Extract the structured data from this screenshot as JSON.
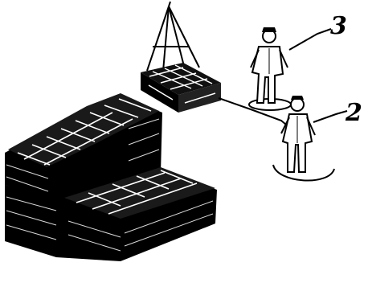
{
  "callouts": [
    {
      "id": "worker-3",
      "label": "3"
    },
    {
      "id": "worker-2",
      "label": "2"
    }
  ],
  "colors": {
    "ink": "#000000",
    "paper": "#ffffff"
  }
}
